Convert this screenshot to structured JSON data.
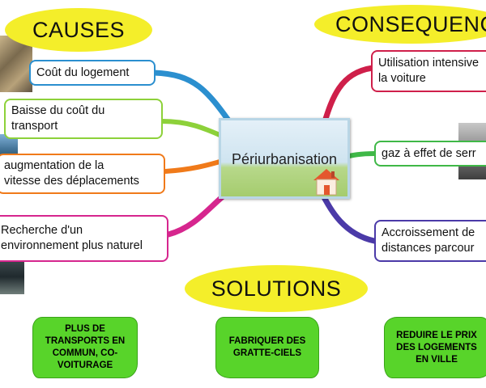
{
  "headings": {
    "causes": "CAUSES",
    "consequences": "CONSEQUENC",
    "solutions": "SOLUTIONS"
  },
  "center": {
    "title": "Périurbanisation"
  },
  "causes": [
    {
      "text": "Coût du logement",
      "color": "#2b8fcf"
    },
    {
      "text": "Baisse du coût du\ntransport",
      "color": "#8dd13a"
    },
    {
      "text": "augmentation de la\nvitesse des déplacements",
      "color": "#f07a1a"
    },
    {
      "text": "Recherche d'un\nenvironnement plus naturel",
      "color": "#d6268e"
    }
  ],
  "consequences": [
    {
      "text": "Utilisation intensive\nla voiture",
      "color": "#cf1f4a"
    },
    {
      "text": "gaz à effet de serr",
      "color": "#3fb847"
    },
    {
      "text": "Accroissement de\ndistances parcour",
      "color": "#4b3aa8"
    }
  ],
  "solutions": [
    {
      "text": "PLUS DE\nTRANSPORTS EN\nCOMMUN, CO-\nVOITURAGE"
    },
    {
      "text": "FABRIQUER DES\nGRATTE-CIELS"
    },
    {
      "text": "REDUIRE LE PRIX\nDES LOGEMENTS\nEN VILLE"
    }
  ],
  "colors": {
    "oval": "#f4ee2a",
    "solution_box": "#58d42a"
  }
}
